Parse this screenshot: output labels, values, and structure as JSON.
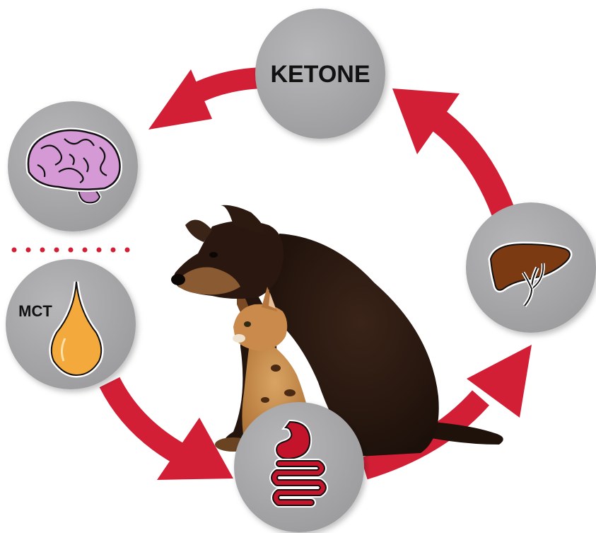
{
  "diagram": {
    "colors": {
      "arrow": "#d31f36",
      "node": "#a9a9ab",
      "node_edge": "#9a9a9c",
      "oil": "#f3a93b",
      "brain": "#d59ad6",
      "liver": "#7b3a12",
      "gut": "#c4142b",
      "dots": "#d31f36"
    },
    "nodes": [
      {
        "id": "ketone",
        "label": "KETONE",
        "icon": "none"
      },
      {
        "id": "brain",
        "label": "",
        "icon": "brain-icon"
      },
      {
        "id": "mct",
        "label": "MCT",
        "icon": "oil-drop-icon"
      },
      {
        "id": "gut",
        "label": "",
        "icon": "intestine-icon"
      },
      {
        "id": "liver",
        "label": "",
        "icon": "liver-icon"
      }
    ],
    "flow": [
      "mct",
      "gut",
      "liver",
      "ketone",
      "brain"
    ],
    "photo": "puppy-and-kitten"
  }
}
